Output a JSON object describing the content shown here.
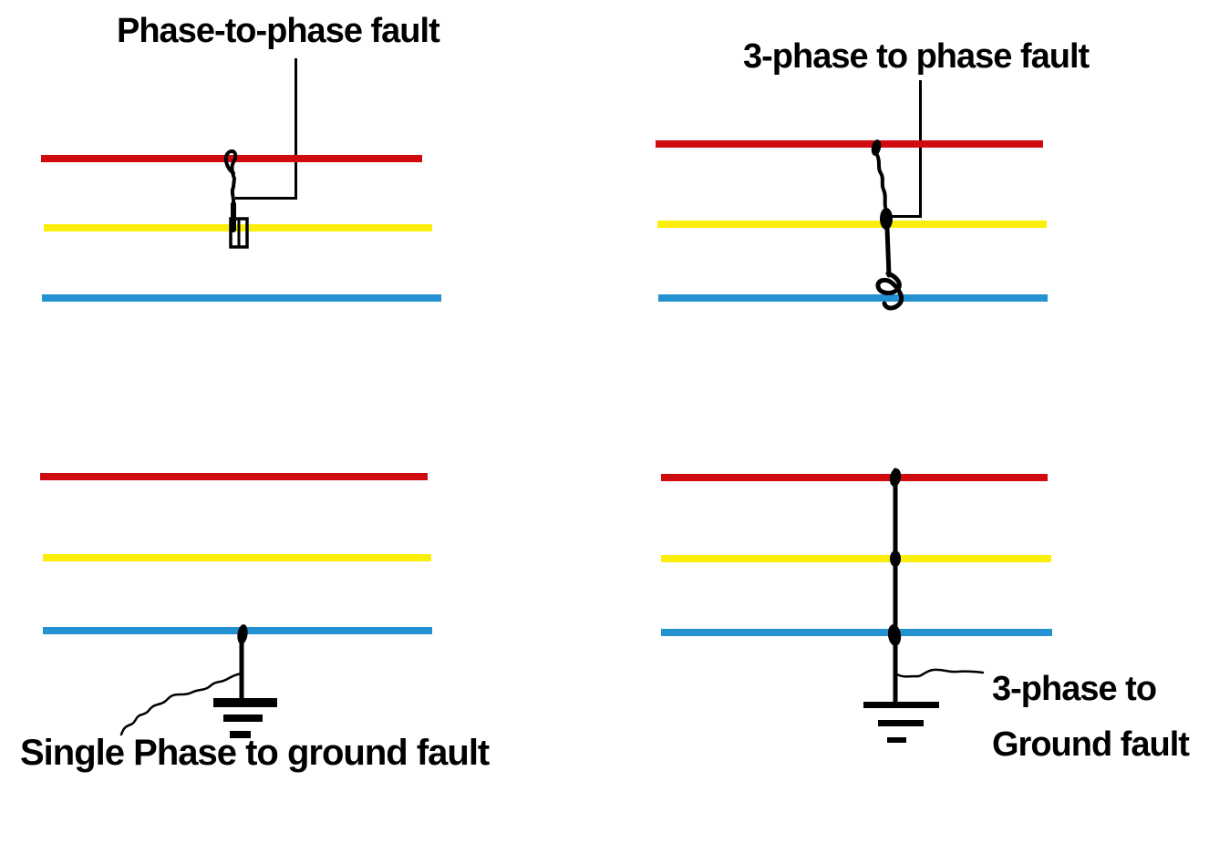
{
  "colors": {
    "phase_red": "#d00b10",
    "phase_yellow": "#fbee0b",
    "phase_blue": "#2492d1",
    "ink": "#000000",
    "background": "#ffffff"
  },
  "diagrams": {
    "phase_to_phase": {
      "label": "Phase-to-phase fault"
    },
    "three_phase_to_phase": {
      "label": "3-phase to phase fault"
    },
    "single_phase_to_ground": {
      "label": "Single Phase to ground fault"
    },
    "three_phase_to_ground": {
      "label_line1": "3-phase to",
      "label_line2": "Ground fault"
    }
  }
}
